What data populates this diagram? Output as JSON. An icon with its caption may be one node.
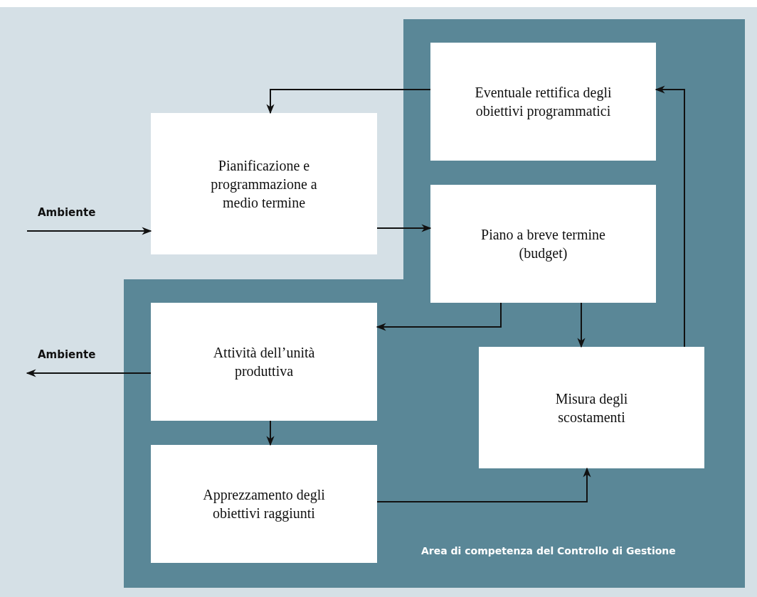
{
  "diagram": {
    "nodes": [
      {
        "text": [
          "Area di competenza del Controllo di Gestione"
        ]
      },
      {
        "text": [
          "Eventuale rettifica degli obiettivi programmatici"
        ],
        "in": 0
      },
      {
        "text": [
          "Pianificazione e programmazione a medio termine"
        ]
      },
      {
        "text": [
          "Piano a breve termine (budget)"
        ],
        "in": 0
      },
      {
        "text": [
          "Attività dell’unità produttiva"
        ],
        "in": 0
      },
      {
        "text": [
          "Misura degli scostamenti"
        ],
        "in": 0
      },
      {
        "text": [
          "Apprezzamento degli obiettivi raggiunti"
        ],
        "in": 0
      },
      {
        "text": [
          "Ambiente"
        ]
      },
      {
        "text": [
          "Ambiente"
        ]
      }
    ],
    "edges": [
      {
        "from": 1,
        "to": 2,
        "arrow": "to"
      },
      {
        "from": 2,
        "to": 3,
        "arrow": "to"
      },
      {
        "from": 3,
        "to": 4,
        "arrow": "to"
      },
      {
        "from": 3,
        "to": 5,
        "arrow": "to"
      },
      {
        "from": 4,
        "to": 6,
        "arrow": "to"
      },
      {
        "from": 6,
        "to": 5,
        "arrow": "to"
      },
      {
        "from": 5,
        "to": 1,
        "arrow": "to"
      },
      {
        "from": 7,
        "to": 2,
        "arrow": "to"
      },
      {
        "from": 4,
        "to": 8,
        "arrow": "to"
      }
    ]
  }
}
